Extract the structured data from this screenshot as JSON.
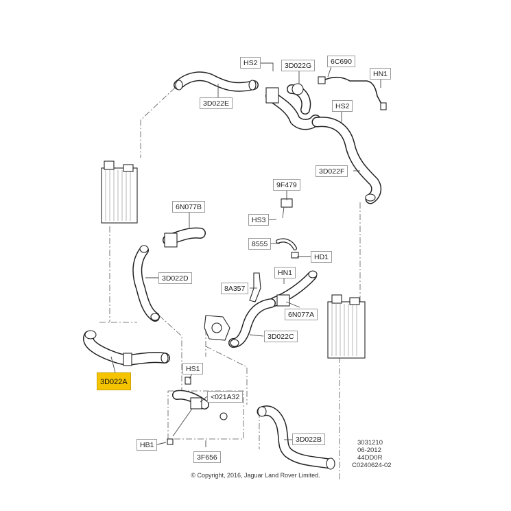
{
  "callouts": [
    {
      "id": "hs2-top",
      "label": "HS2"
    },
    {
      "id": "3d022g",
      "label": "3D022G"
    },
    {
      "id": "6c690",
      "label": "6C690"
    },
    {
      "id": "hn1-top",
      "label": "HN1"
    },
    {
      "id": "3d022e",
      "label": "3D022E"
    },
    {
      "id": "hs2-mid",
      "label": "HS2"
    },
    {
      "id": "3d022f",
      "label": "3D022F"
    },
    {
      "id": "9f479",
      "label": "9F479"
    },
    {
      "id": "6n077b",
      "label": "6N077B"
    },
    {
      "id": "hs3",
      "label": "HS3"
    },
    {
      "id": "8555",
      "label": "8555"
    },
    {
      "id": "hd1",
      "label": "HD1"
    },
    {
      "id": "3d022d",
      "label": "3D022D"
    },
    {
      "id": "hn1-mid",
      "label": "HN1"
    },
    {
      "id": "8a357",
      "label": "8A357"
    },
    {
      "id": "6n077a",
      "label": "6N077A"
    },
    {
      "id": "3d022c",
      "label": "3D022C"
    },
    {
      "id": "3d022a",
      "label": "3D022A",
      "highlighted": true,
      "highlight_color": "#f5c400"
    },
    {
      "id": "hs1",
      "label": "HS1"
    },
    {
      "id": "021a32",
      "label": "<021A32"
    },
    {
      "id": "3d022b",
      "label": "3D022B"
    },
    {
      "id": "hb1",
      "label": "HB1"
    },
    {
      "id": "3f656",
      "label": "3F656"
    }
  ],
  "reference": {
    "lines": [
      "3031210",
      "06-2012",
      "44DD0R",
      "C0240624-02"
    ]
  },
  "copyright": "© Copyright, 2016, Jaguar Land Rover Limited."
}
